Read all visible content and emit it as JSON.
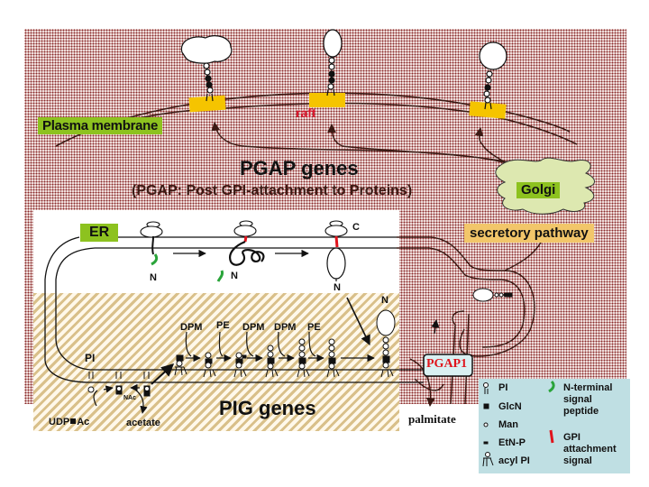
{
  "regions": {
    "pgap_title": "PGAP genes",
    "pgap_subtitle": "(PGAP: Post GPI-attachment to Proteins)",
    "pig_title": "PIG genes"
  },
  "labels": {
    "plasma_membrane": "Plasma membrane",
    "raft": "raft",
    "golgi": "Golgi",
    "er": "ER",
    "secretory_pathway": "secretory pathway",
    "pgap1": "PGAP1",
    "palmitate": "palmitate",
    "pi": "PI",
    "udp_ac": "UDP",
    "udp_ac_suffix": "Ac",
    "acetate": "acetate",
    "nac": "NAc",
    "c_terminus": "C",
    "n1": "N",
    "n2": "N",
    "n3": "N",
    "n4": "N",
    "steps": [
      "DPM",
      "PE",
      "DPM",
      "DPM",
      "PE"
    ]
  },
  "legend": {
    "left": [
      {
        "icon": "pi-icon",
        "label": "PI"
      },
      {
        "icon": "glcn-icon",
        "label": "GlcN"
      },
      {
        "icon": "man-icon",
        "label": "Man"
      },
      {
        "icon": "etn-p-icon",
        "label": "EtN-P"
      },
      {
        "icon": "acyl-pi-icon",
        "label": "acyl PI"
      }
    ],
    "right": [
      {
        "icon": "n-terminal-signal-icon",
        "lines": [
          "N-terminal",
          "signal",
          "peptide"
        ]
      },
      {
        "icon": "gpi-attachment-signal-icon",
        "lines": [
          "GPI",
          "attachment",
          "signal"
        ]
      }
    ]
  },
  "colors": {
    "label_green": "#8dc21f",
    "raft_yellow": "#f5c400",
    "golgi_fill": "#dde8b0",
    "pgap1_red": "#e0141c",
    "raft_red": "#d9142a",
    "signal_green": "#2aa43a",
    "gpi_red": "#e0141c",
    "legend_bg": "#bfdfe3",
    "pgap1_box": "#d9f0f2"
  }
}
